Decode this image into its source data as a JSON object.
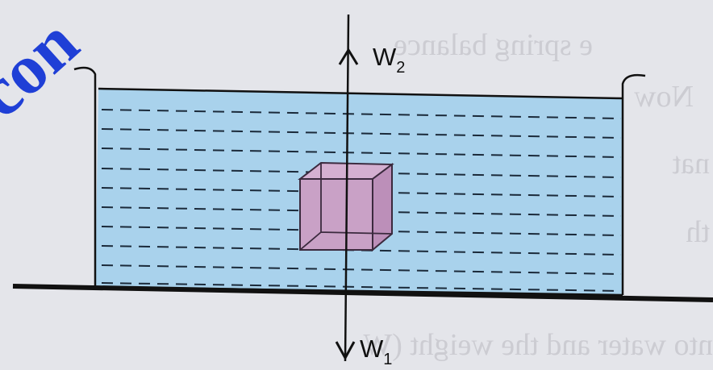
{
  "colors": {
    "paper": "#e4e5ea",
    "water": "#a9d2ec",
    "water_dash": "#1b2a3a",
    "block_fill": "#c9a1c6",
    "block_edge": "#3b2a3e",
    "ink": "#111111",
    "watermark": "#1f3fd6"
  },
  "watermark": {
    "text": "con"
  },
  "forces": {
    "upward": {
      "symbol": "W",
      "subscript": "2",
      "direction": "up"
    },
    "downward": {
      "symbol": "W",
      "subscript": "1",
      "direction": "down"
    }
  },
  "bleed_through_text": [
    "e spring balance",
    "Now",
    "nat",
    "th",
    "nto water and the weight (W"
  ]
}
